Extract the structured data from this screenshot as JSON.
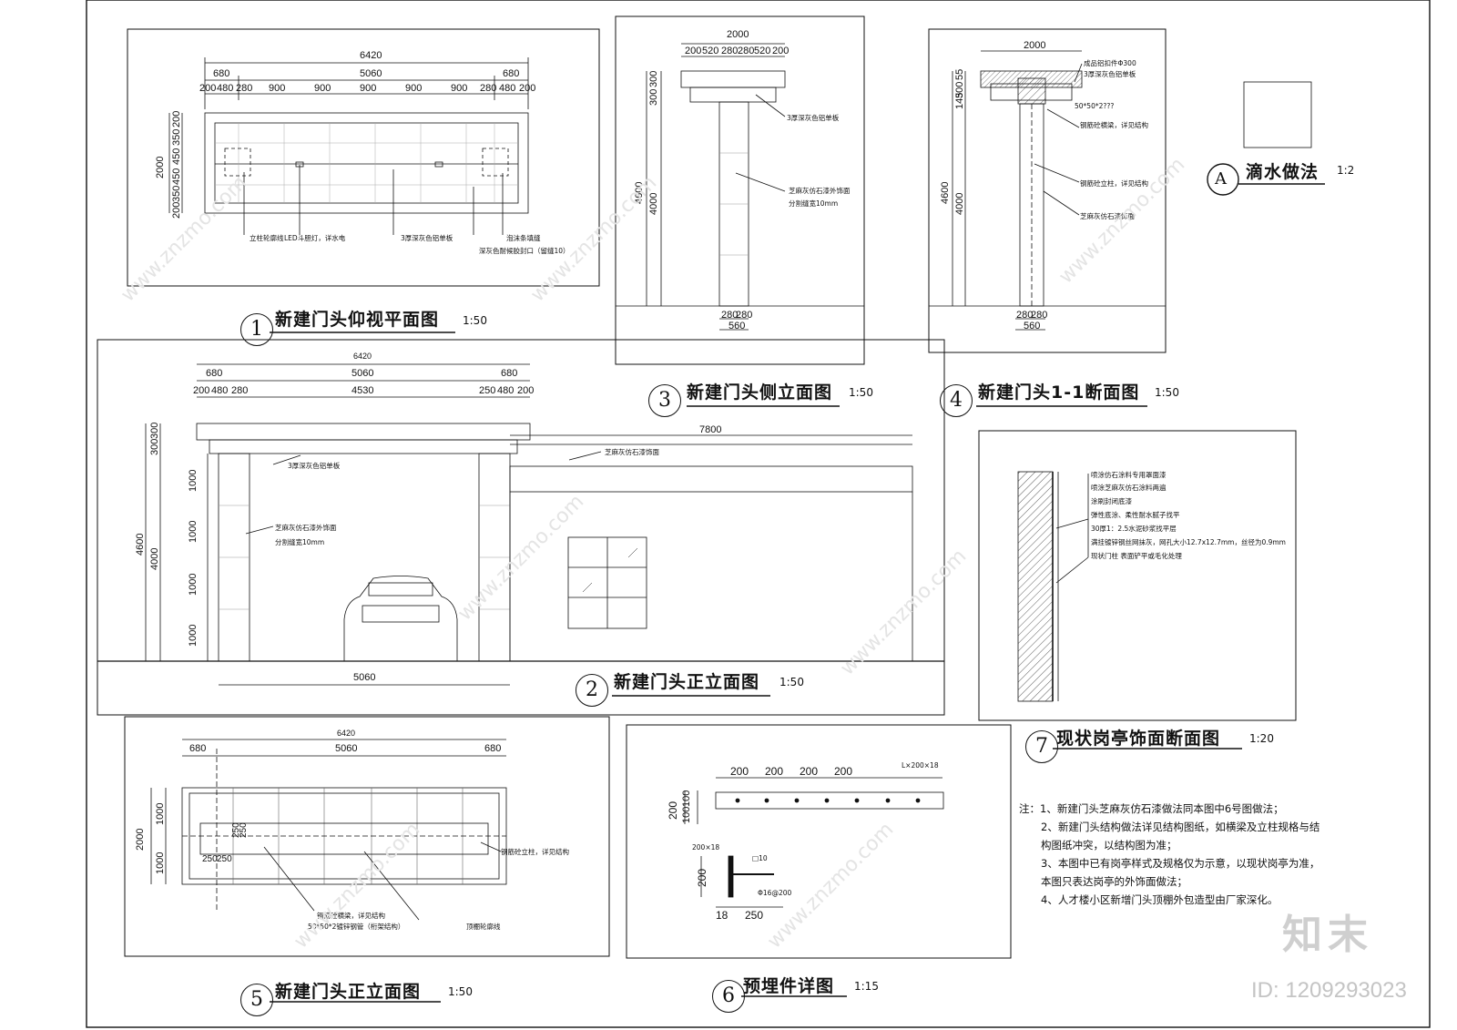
{
  "sheet": {
    "titles": {
      "t1": {
        "num": "1",
        "label": "新建门头仰视平面图",
        "scale": "1:50"
      },
      "t2": {
        "num": "2",
        "label": "新建门头正立面图",
        "scale": "1:50"
      },
      "t3": {
        "num": "3",
        "label": "新建门头侧立面图",
        "scale": "1:50"
      },
      "t4": {
        "num": "4",
        "label": "新建门头1-1断面图",
        "scale": "1:50"
      },
      "t5": {
        "num": "5",
        "label": "新建门头正立面图",
        "scale": "1:50"
      },
      "t6": {
        "num": "6",
        "label": "预埋件详图",
        "scale": "1:15"
      },
      "t7": {
        "num": "7",
        "label": "现状岗亭饰面断面图",
        "scale": "1:20"
      },
      "tA": {
        "num": "A",
        "label": "滴水做法",
        "scale": "1:2"
      }
    },
    "notes": [
      "注：1、新建门头芝麻灰仿石漆做法同本图中6号图做法；",
      "2、新建门头结构做法详见结构图纸，如横梁及立柱规格与结构图纸冲突，以结构图为准；",
      "3、本图中已有岗亭样式及规格仅为示意，以现状岗亭为准，本图只表达岗亭的外饰面做法；",
      "4、人才楼小区新增门头顶棚外包造型由厂家深化。"
    ],
    "brand": "知末",
    "id_label": "ID: 1209293023",
    "watermark": "www.znzmo.com"
  },
  "plan1": {
    "dims_top": [
      "6420",
      "680",
      "5060",
      "680"
    ],
    "dims_seg": [
      "200",
      "480",
      "280",
      "900",
      "900",
      "900",
      "900",
      "900",
      "280",
      "480",
      "200"
    ],
    "dims_left": [
      "2000",
      "200",
      "350",
      "450",
      "450",
      "350",
      "200"
    ],
    "labels": [
      "立柱轮廓线",
      "LED斗胆灯，详水电",
      "3厚深灰色铝单板",
      "泡沫条填缝",
      "深灰色耐候胶封口（留缝10）"
    ]
  },
  "side3": {
    "dims_top": [
      "2000",
      "200",
      "520",
      "280",
      "280",
      "520",
      "200"
    ],
    "dims_left": [
      "4600",
      "4000",
      "300",
      "300"
    ],
    "dims_bottom": [
      "280",
      "280",
      "560"
    ],
    "labels": [
      "3厚深灰色铝单板",
      "芝麻灰仿石漆外饰面",
      "分割缝宽10mm"
    ]
  },
  "sect4": {
    "dims_top": [
      "2000"
    ],
    "dims_left": [
      "4600",
      "4000",
      "55",
      "300",
      "145"
    ],
    "dims_bottom": [
      "280",
      "280",
      "560"
    ],
    "labels": [
      "成品铝扣件Φ300",
      "3厚深灰色铝单板",
      "50*50*2???",
      "钢筋砼横梁，详见结构",
      "钢筋砼立柱，详见结构",
      "芝麻灰仿石漆饰面"
    ]
  },
  "front2": {
    "dims_top": [
      "6420",
      "680",
      "5060",
      "680",
      "200",
      "480",
      "280",
      "4530",
      "250",
      "480",
      "200"
    ],
    "dim_wall": "7800",
    "dims_left": [
      "4600",
      "4000",
      "300",
      "300",
      "1000",
      "1000",
      "1000",
      "1000"
    ],
    "dim_bottom": "5060",
    "labels": [
      "3厚深灰色铝单板",
      "芝麻灰仿石漆外饰面",
      "分割缝宽10mm",
      "芝麻灰仿石漆饰面"
    ]
  },
  "front5": {
    "dims_top": [
      "6420",
      "680",
      "5060",
      "680"
    ],
    "dims_left": [
      "2000",
      "1000",
      "1000"
    ],
    "dims_inner": [
      "250",
      "250",
      "250",
      "250"
    ],
    "labels": [
      "钢筋砼立柱，详见结构",
      "钢筋砼横梁，详见结构",
      "50*50*2镀锌钢管（桁架结构）",
      "顶棚轮廓线"
    ]
  },
  "embed6": {
    "dims_top": [
      "200",
      "200",
      "200",
      "200"
    ],
    "dims_left": [
      "200",
      "100",
      "100"
    ],
    "label_plate": "L×200×18",
    "label_plate2": "200×18",
    "label_steel": "□10",
    "label_bar": "Φ16@200",
    "dims_bottom": [
      "18",
      "250"
    ],
    "dim_v": "200"
  },
  "kiosk7": {
    "layers": [
      "喷涂仿石涂料专用罩面漆",
      "喷涂芝麻灰仿石涂料两遍",
      "涂刷封闭底漆",
      "弹性底涂、柔性耐水腻子找平",
      "30厚1：2.5水泥砂浆找平层",
      "满挂镀锌钢丝网抹灰，网孔大小12.7x12.7mm，丝径为0.9mm",
      "现状门柱 表面铲平或毛化处理"
    ]
  }
}
